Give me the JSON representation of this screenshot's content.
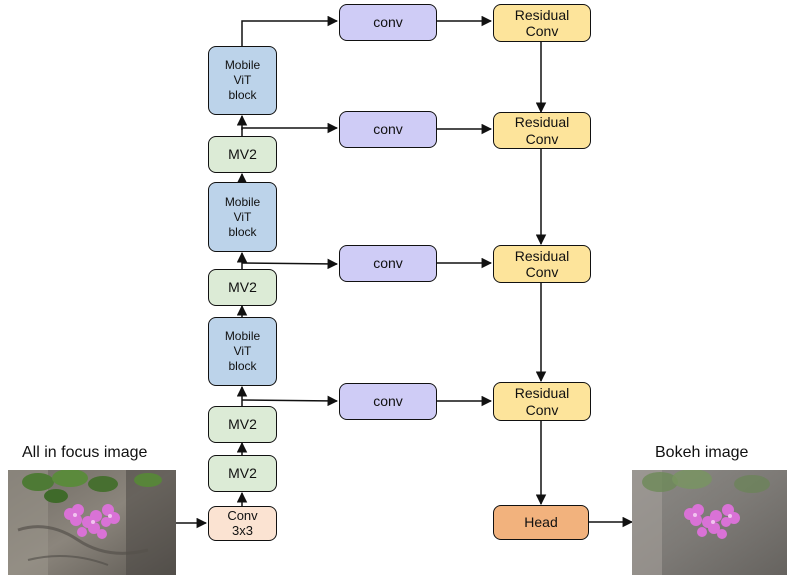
{
  "input": {
    "caption": "All in focus image"
  },
  "output": {
    "caption": "Bokeh image"
  },
  "encoder": {
    "stem": "Conv\n3x3",
    "mv2_label": "MV2",
    "mvit_label": "Mobile\nViT\nblock"
  },
  "branches": {
    "conv_label": "conv",
    "residual_label": "Residual\nConv",
    "head_label": "Head"
  },
  "colors": {
    "mobilevit": "#bcd3ea",
    "mv2": "#dcebd6",
    "conv": "#cfccf6",
    "residual": "#fde49b",
    "stem": "#fbe3d2",
    "head": "#f2b27d"
  }
}
